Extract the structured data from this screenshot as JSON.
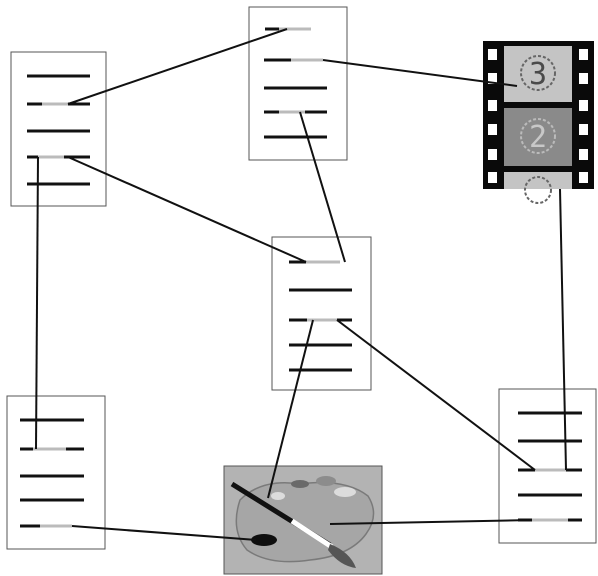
{
  "diagram": {
    "nodes": [
      {
        "id": "doc-top-left",
        "kind": "document"
      },
      {
        "id": "doc-top-center",
        "kind": "document"
      },
      {
        "id": "doc-center",
        "kind": "document"
      },
      {
        "id": "doc-bottom-left",
        "kind": "document"
      },
      {
        "id": "doc-bottom-right",
        "kind": "document"
      },
      {
        "id": "film-strip",
        "kind": "image",
        "icon": "film-strip-icon",
        "frame_numbers": [
          "3",
          "2"
        ]
      },
      {
        "id": "paint-palette",
        "kind": "image",
        "icon": "paint-palette-icon"
      }
    ],
    "links": [
      {
        "from": "doc-top-left",
        "to": "doc-top-center"
      },
      {
        "from": "doc-top-left",
        "to": "doc-center"
      },
      {
        "from": "doc-top-left",
        "to": "doc-bottom-left"
      },
      {
        "from": "doc-top-center",
        "to": "film-strip"
      },
      {
        "from": "doc-top-center",
        "to": "doc-center"
      },
      {
        "from": "doc-center",
        "to": "paint-palette"
      },
      {
        "from": "doc-center",
        "to": "doc-bottom-right"
      },
      {
        "from": "film-strip",
        "to": "doc-bottom-right"
      },
      {
        "from": "doc-bottom-left",
        "to": "paint-palette"
      },
      {
        "from": "paint-palette",
        "to": "doc-bottom-right"
      }
    ]
  },
  "colors": {
    "ink": "#111111",
    "anchor": "#bbbbbb",
    "page": "#ffffff",
    "page_border": "#555555",
    "film_dark": "#0a0a0a",
    "film_frame_light": "#c4c4c4",
    "film_frame_dark": "#8a8a8a",
    "palette_bg": "#b3b3b3"
  }
}
